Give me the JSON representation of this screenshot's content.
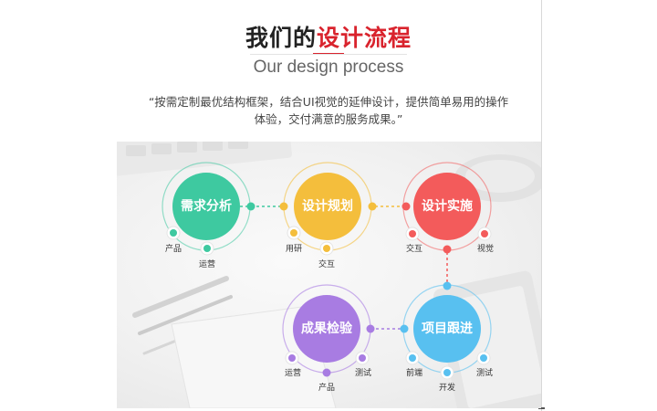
{
  "header": {
    "title_prefix": "我们的",
    "title_accent": "设计流程",
    "subtitle": "Our design process",
    "intro_line1": "“按需定制最优结构框架，结合UI视觉的延伸设计，提供简单易用的操作",
    "intro_line2": "体验，交付满意的服务成果。”"
  },
  "steps": [
    {
      "label": "需求分析",
      "color": "#3ec9a0",
      "tags": [
        "产品",
        "运营"
      ]
    },
    {
      "label": "设计规划",
      "color": "#f4be3c",
      "tags": [
        "用研",
        "交互"
      ]
    },
    {
      "label": "设计实施",
      "color": "#f35b5b",
      "tags": [
        "交互",
        "视觉"
      ]
    },
    {
      "label": "项目跟进",
      "color": "#58c0f0",
      "tags": [
        "前端",
        "开发",
        "测试"
      ]
    },
    {
      "label": "成果检验",
      "color": "#a87ce2",
      "tags": [
        "运营",
        "产品",
        "测试"
      ]
    }
  ]
}
